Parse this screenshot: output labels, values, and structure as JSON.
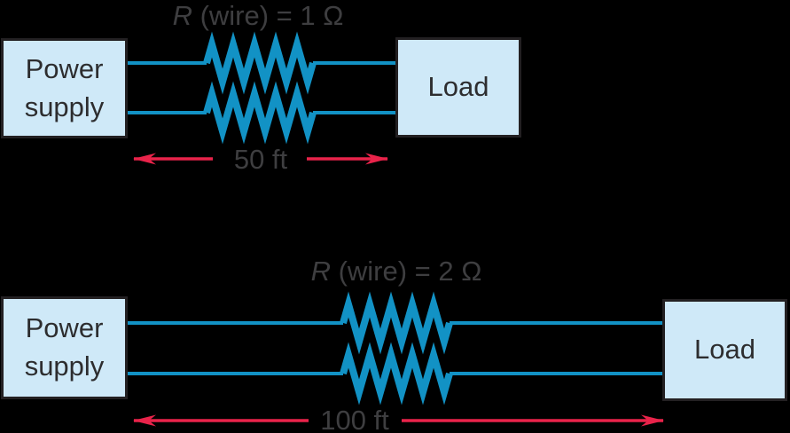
{
  "colors": {
    "background": "#000000",
    "box_fill": "#cfe9f8",
    "box_border": "#232022",
    "box_text": "#2d2d2f",
    "label_text": "#3e3e40",
    "wire": "#1292c5",
    "arrow": "#e9234a"
  },
  "circuits": [
    {
      "power_supply_label": "Power supply",
      "load_label": "Load",
      "resistance_var": "R",
      "resistance_rest": " (wire) = 1 Ω",
      "length_label": "50 ft"
    },
    {
      "power_supply_label": "Power supply",
      "load_label": "Load",
      "resistance_var": "R",
      "resistance_rest": " (wire) = 2 Ω",
      "length_label": "100 ft"
    }
  ]
}
